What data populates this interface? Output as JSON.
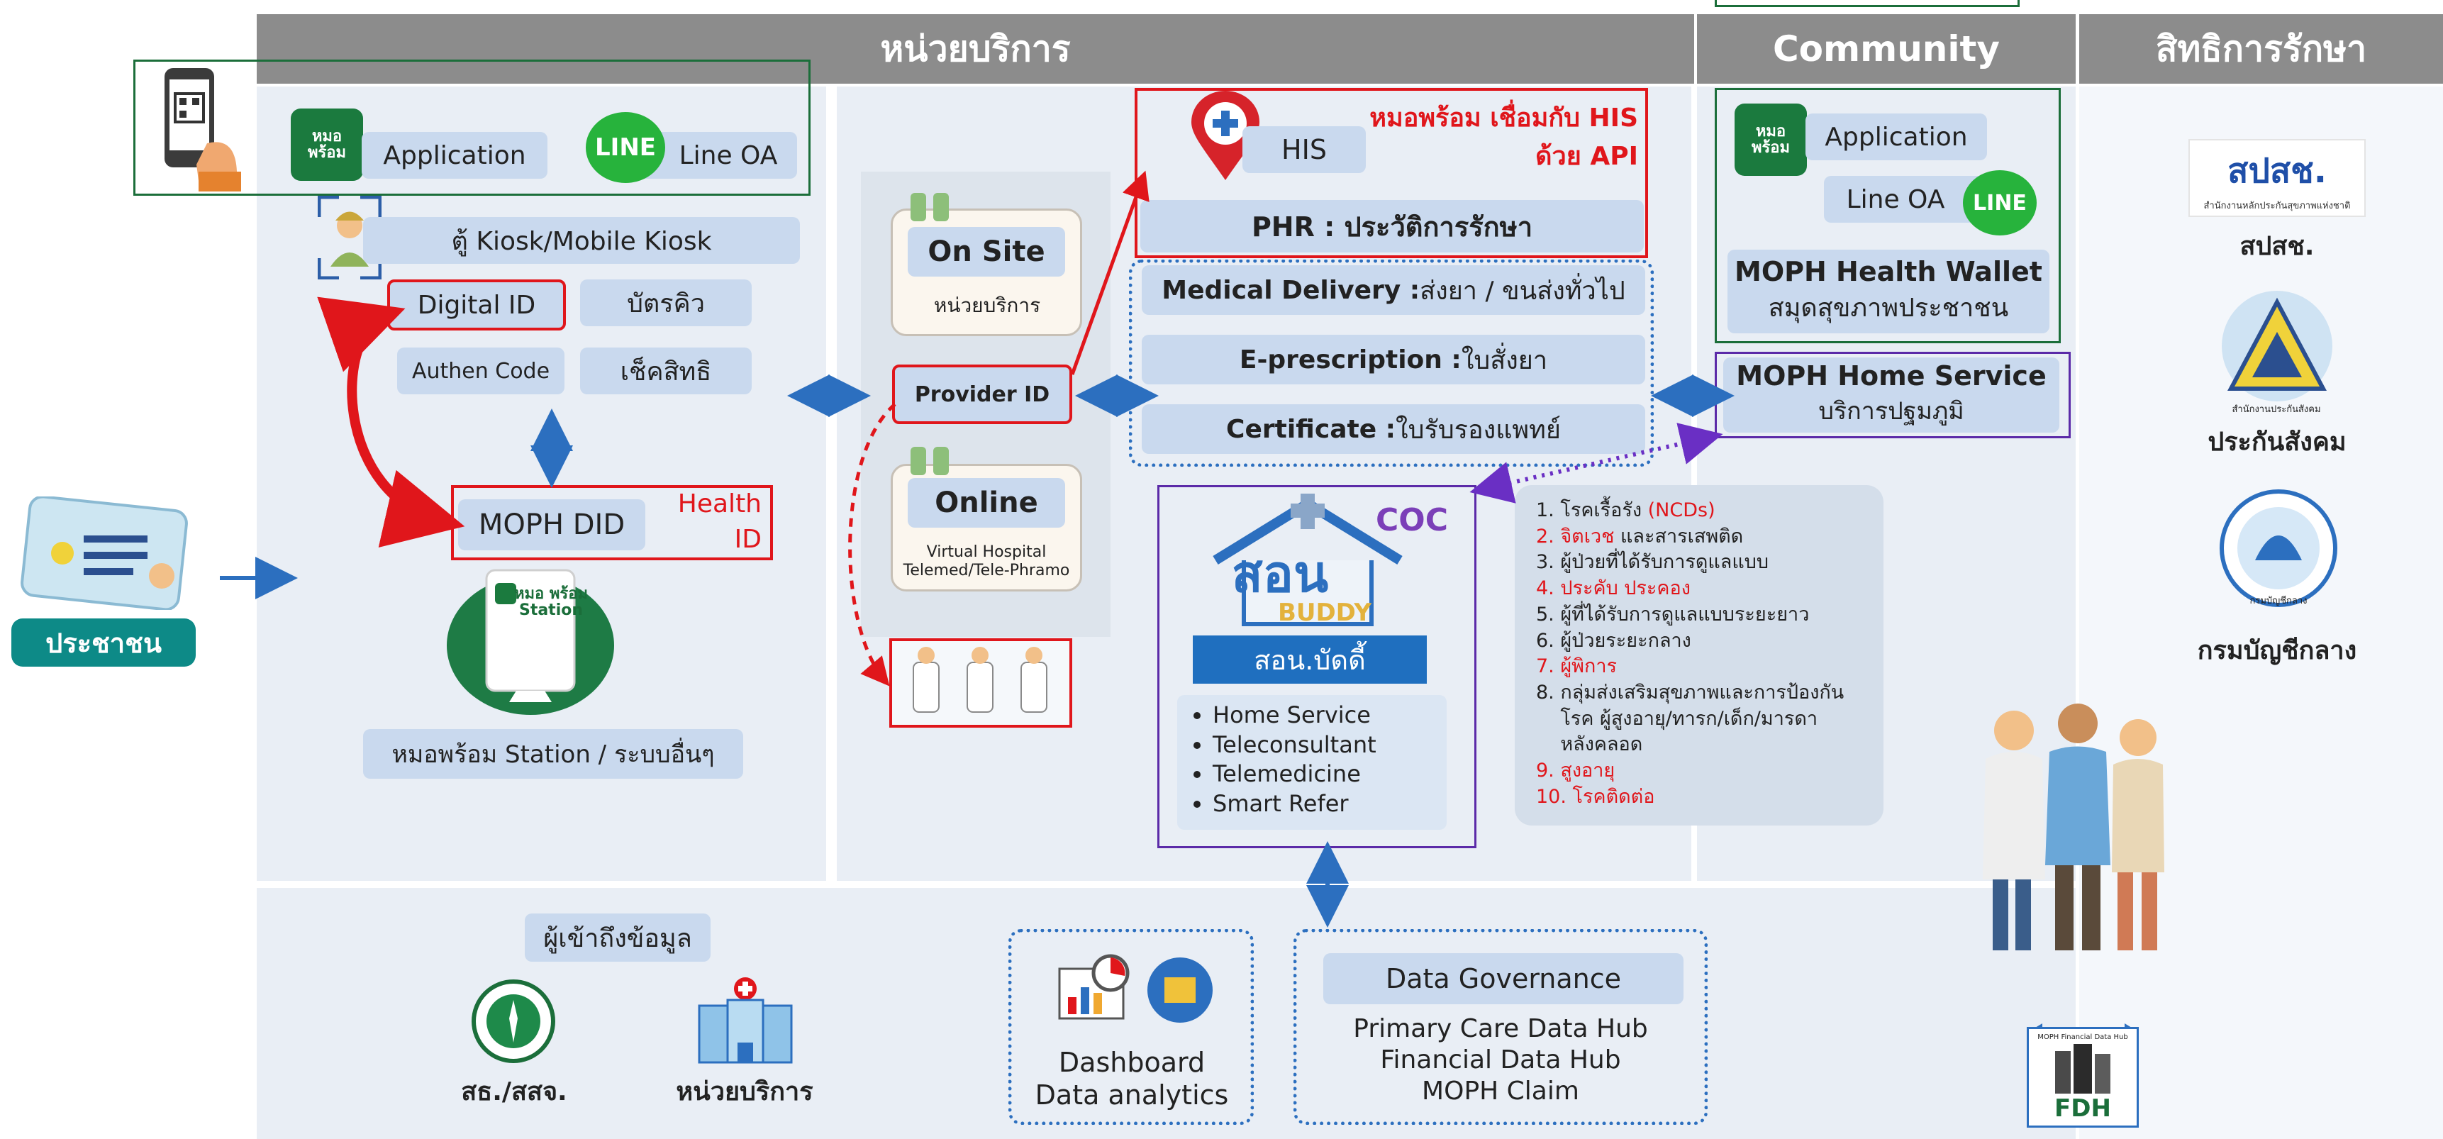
{
  "headers": {
    "service_units": "หน่วยบริการ",
    "community": "Community",
    "rights": "สิทธิการรักษา"
  },
  "left": {
    "app_label": "Application",
    "line_label": "Line OA",
    "mohpromp_logo": "หมอ พร้อม",
    "line_logo": "LINE",
    "kiosk": "ตู้ Kiosk/Mobile Kiosk",
    "digital_id": "Digital ID",
    "queue_card": "บัตรคิว",
    "authen_code": "Authen Code",
    "check_rights": "เช็คสิทธิ",
    "moph_did": "MOPH DID",
    "health_id": "Health ID",
    "station_logo": "หมอ พร้อม Station",
    "station_label": "หมอพร้อม Station / ระบบอื่นๆ",
    "citizen": "ประชาชน"
  },
  "middle": {
    "on_site": "On Site",
    "on_site_sub": "หน่วยบริการ",
    "provider_id": "Provider ID",
    "online": "Online",
    "online_sub": "Virtual Hospital Telemed/Tele-Phramo",
    "his": "HIS",
    "his_note": "หมอพร้อม เชื่อมกับ HIS ด้วย API",
    "phr": "PHR : ประวัติการรักษา",
    "medical_delivery_bold": "Medical Delivery :",
    "medical_delivery_rest": " ส่งยา / ขนส่งทั่วไป",
    "eprescription_bold": "E-prescription :",
    "eprescription_rest": " ใบสั่งยา",
    "certificate_bold": "Certificate :",
    "certificate_rest": " ใบรับรองแพทย์",
    "coc": "COC",
    "buddy_logo_main": "สอน",
    "buddy_logo_sub": "BUDDY",
    "buddy_name": "สอน.บัดดี้",
    "services": [
      "Home Service",
      "Teleconsultant",
      "Telemedicine",
      "Smart Refer"
    ],
    "groups": [
      {
        "n": "1.",
        "t": "โรคเรื้อรัง ",
        "red": "(NCDs)",
        "all_red": false
      },
      {
        "n": "2.",
        "t": "จิตเวช",
        "rest": " และสารเสพติด",
        "all_red": true
      },
      {
        "n": "3.",
        "t": "ผู้ป่วยที่ได้รับการดูแลแบบ",
        "all_red": false
      },
      {
        "n": "4.",
        "t": "ประคับ ประคอง",
        "all_red": true
      },
      {
        "n": "5.",
        "t": "ผู้ที่ได้รับการดูแลแบบระยะยาว",
        "all_red": false
      },
      {
        "n": "6.",
        "t": "ผู้ป่วยระยะกลาง",
        "all_red": false
      },
      {
        "n": "7.",
        "t": "ผู้พิการ",
        "all_red": true
      },
      {
        "n": "8.",
        "t": "กลุ่มส่งเสริมสุขภาพและการป้องกันโรค ผู้สูงอายุ/ทารก/เด็ก/มารดาหลังคลอด",
        "all_red": false
      },
      {
        "n": "9.",
        "t": "สูงอายุ",
        "all_red": true
      },
      {
        "n": "10.",
        "t": "โรคติดต่อ",
        "all_red": true
      }
    ]
  },
  "community": {
    "app_label": "Application",
    "line_label": "Line OA",
    "wallet_title": "MOPH Health Wallet",
    "wallet_sub": "สมุดสุขภาพประชาชน",
    "home_service_title": "MOPH Home Service",
    "home_service_sub": "บริการปฐมภูมิ"
  },
  "rights": {
    "nhso_logo": "สปสช.",
    "nhso_logo_sub": "สำนักงานหลักประกันสุขภาพแห่งชาติ",
    "nhso": "สปสช.",
    "sso_logo_sub": "สำนักงานประกันสังคม",
    "sso": "ประกันสังคม",
    "cgd_logo_sub": "กรมบัญชีกลาง",
    "cgd": "กรมบัญชีกลาง",
    "fdh_caption": "MOPH Financial Data Hub",
    "fdh": "FDH"
  },
  "bottom": {
    "data_access": "ผู้เข้าถึงข้อมูล",
    "provincial": "สธ./สสจ.",
    "service_unit": "หน่วยบริการ",
    "dashboard": "Dashboard",
    "analytics": "Data analytics",
    "governance": "Data Governance",
    "hubs": [
      "Primary Care Data Hub",
      "Financial Data Hub",
      "MOPH Claim"
    ]
  },
  "colors": {
    "header_bg": "#8c8c8c",
    "panel_bg": "#e9eef5",
    "pill_bg": "#c9d9ee",
    "accent_red": "#e0161b",
    "accent_blue": "#2c6fbf",
    "accent_purple": "#5b2aa8",
    "accent_green": "#1b6e3a"
  }
}
